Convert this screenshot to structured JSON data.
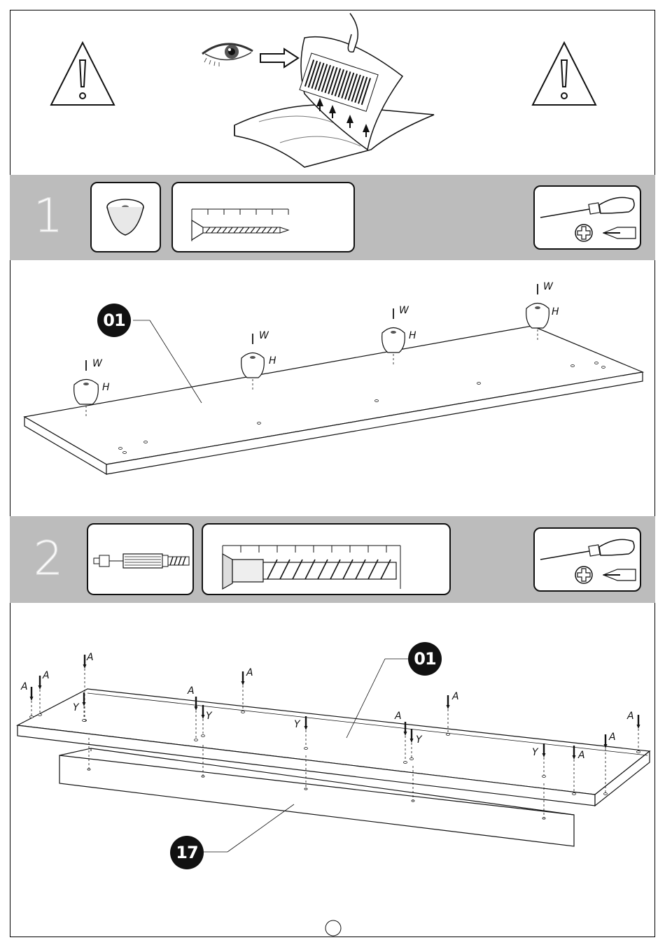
{
  "steps": {
    "step1": {
      "number": "1",
      "panel_badge": "01",
      "labels": {
        "screw": "W",
        "foot": "H"
      }
    },
    "step2": {
      "number": "2",
      "panel_badge": "01",
      "plinth_badge": "17",
      "labels": {
        "cam_bolt": "A",
        "confirmat": "Y"
      }
    }
  },
  "icons": {
    "warning": "warning-triangle-icon",
    "eye": "eye-icon",
    "screwdriver": "screwdriver-icon",
    "phillips": "phillips-bit-icon",
    "flat": "flat-bit-icon"
  }
}
